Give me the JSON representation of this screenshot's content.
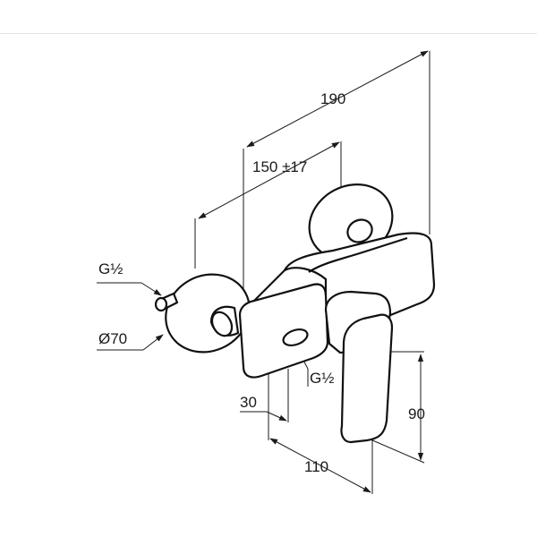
{
  "dimensions": {
    "overall_width": "190",
    "axis_spacing": "150 ±17",
    "connection_top": "G½",
    "flange_diameter": "Ø70",
    "connection_bottom": "G½",
    "offset": "30",
    "lever_height": "90",
    "projection": "110"
  },
  "colors": {
    "line": "#1a1a1a",
    "background": "#ffffff",
    "divider": "#e3e3e3"
  }
}
